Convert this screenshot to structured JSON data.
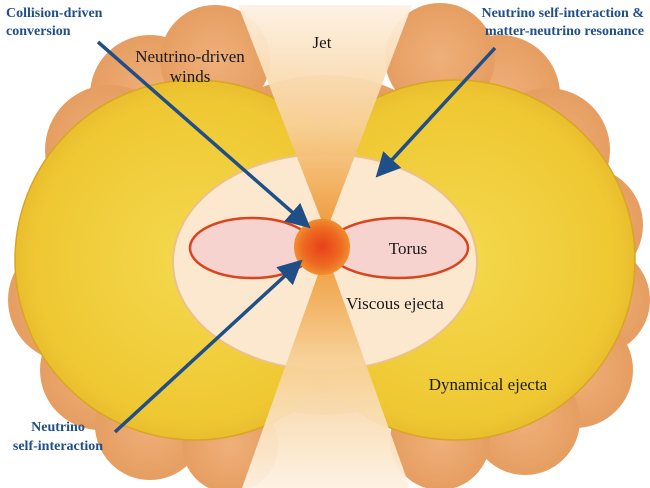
{
  "diagram": {
    "labels": {
      "jet": "Jet",
      "neutrino_driven_winds_line1": "Neutrino-driven",
      "neutrino_driven_winds_line2": "winds",
      "torus": "Torus",
      "viscous_ejecta": "Viscous ejecta",
      "dynamical_ejecta": "Dynamical ejecta"
    },
    "annotations": {
      "collision_line1": "Collision-driven",
      "collision_line2": "conversion",
      "resonance_line1": "Neutrino self-interaction &",
      "resonance_line2": "matter-neutrino resonance",
      "self_interaction_line1": "Neutrino",
      "self_interaction_line2": "self-interaction"
    },
    "colors": {
      "outer_cloud": "#e8a064",
      "dynamical_ejecta": "#f0cc3a",
      "viscous_region": "#fbe8cf",
      "torus_fill": "#f7d3d0",
      "torus_stroke": "#d9441c",
      "remnant": "#e8501e",
      "jet": "#f0a03c",
      "arrow": "#1f4f86",
      "annotation_text": "#1f4f86"
    }
  }
}
